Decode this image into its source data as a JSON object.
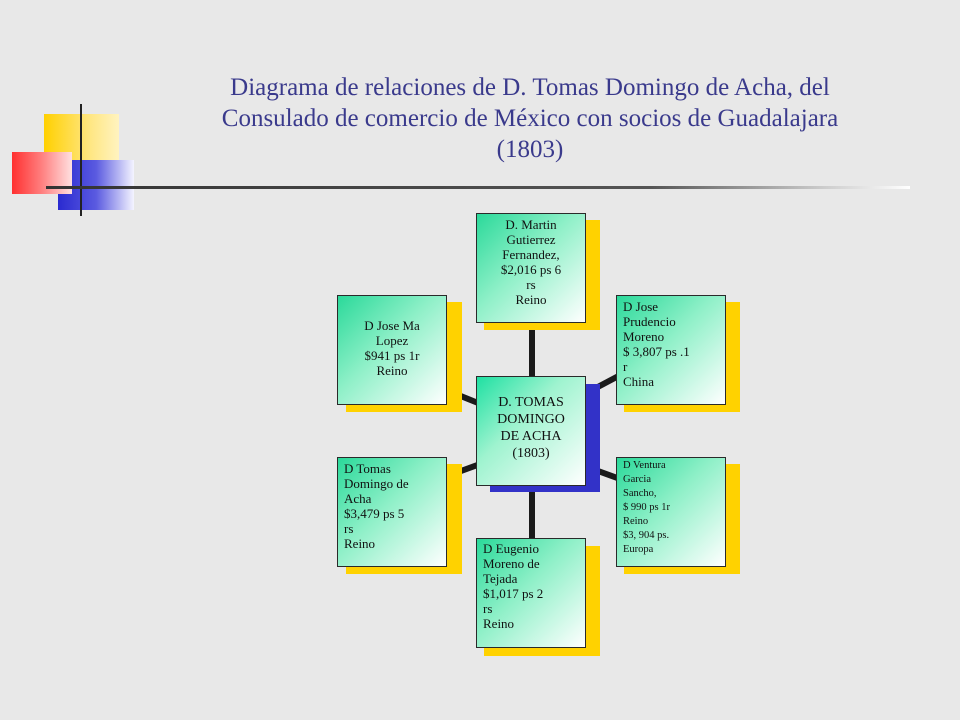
{
  "title": {
    "line1": "Diagrama de relaciones de D. Tomas Domingo de Acha, del",
    "line2": "Consulado de comercio de México con socios de Guadalajara",
    "line3": "(1803)"
  },
  "colors": {
    "background": "#e8e8e8",
    "title_text": "#3a3a8c",
    "box_shadow": "#ffd200",
    "center_shadow": "#3232c8",
    "box_gradient_start": "#2bd99a"
  },
  "center": {
    "lines": [
      "D. TOMAS",
      "DOMINGO",
      "DE ACHA",
      "(1803)"
    ]
  },
  "nodes": [
    {
      "id": "martin-gutierrez",
      "lines": [
        "D. Martin",
        "Gutierrez",
        "Fernandez,",
        "$2,016 ps 6",
        "rs",
        "Reino"
      ]
    },
    {
      "id": "jose-prudencio-moreno",
      "lines": [
        "D Jose",
        "Prudencio",
        "Moreno",
        "$ 3,807 ps .1",
        "r",
        "China"
      ]
    },
    {
      "id": "ventura-garcia-sancho",
      "lines": [
        "D Ventura",
        "Garcia",
        "Sancho,",
        "$ 990 ps 1r",
        "Reino",
        "$3, 904  ps.",
        "Europa"
      ]
    },
    {
      "id": "eugenio-moreno",
      "lines": [
        "D Eugenio",
        "Moreno de",
        "Tejada",
        "$1,017 ps 2",
        "rs",
        "Reino"
      ]
    },
    {
      "id": "tomas-domingo",
      "lines": [
        "D Tomas",
        "Domingo de",
        "Acha",
        "$3,479 ps  5",
        "rs",
        "Reino"
      ]
    },
    {
      "id": "jose-ma-lopez",
      "lines": [
        "D Jose Ma",
        "Lopez",
        "$941 ps 1r",
        "Reino"
      ]
    }
  ]
}
